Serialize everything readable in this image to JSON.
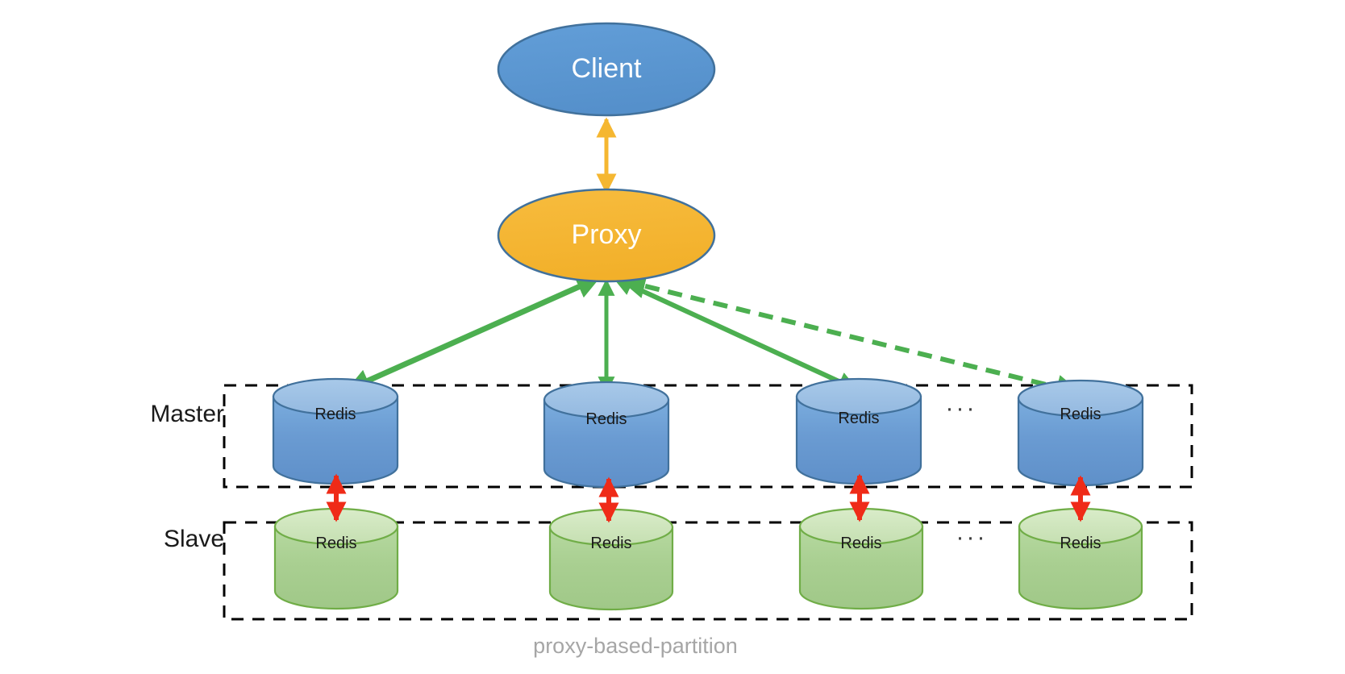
{
  "diagram": {
    "caption": "proxy-based-partition",
    "colors": {
      "client_fill": "#5b9bd5",
      "client_stroke": "#41719c",
      "proxy_fill": "#f5b731",
      "proxy_stroke": "#41719c",
      "master_cyl_fill": "#6a9bd2",
      "master_cyl_top": "#9cbfe3",
      "master_cyl_stroke": "#41719c",
      "slave_cyl_fill": "#a9cf91",
      "slave_cyl_top": "#cfe3bc",
      "slave_cyl_stroke": "#70ad47",
      "client_proxy_arrow": "#f5b731",
      "proxy_master_arrow": "#4caf50",
      "replication_arrow": "#ef2b18",
      "group_border": "#000000",
      "caption_text": "#a6a6a6"
    },
    "nodes": {
      "client": {
        "label": "Client",
        "shape": "ellipse"
      },
      "proxy": {
        "label": "Proxy",
        "shape": "ellipse"
      }
    },
    "groups": [
      {
        "id": "master",
        "label": "Master",
        "node_label": "Redis",
        "nodes": [
          {
            "label": "Redis"
          },
          {
            "label": "Redis"
          },
          {
            "label": "Redis"
          },
          {
            "label": "Redis"
          }
        ],
        "ellipsis": "···"
      },
      {
        "id": "slave",
        "label": "Slave",
        "node_label": "Redis",
        "nodes": [
          {
            "label": "Redis"
          },
          {
            "label": "Redis"
          },
          {
            "label": "Redis"
          },
          {
            "label": "Redis"
          }
        ],
        "ellipsis": "···"
      }
    ],
    "edges": [
      {
        "id": "client-proxy",
        "from": "client",
        "to": "proxy",
        "style": "solid",
        "direction": "bidirectional",
        "color": "#f5b731"
      },
      {
        "id": "proxy-master-1",
        "from": "proxy",
        "to": "master-1",
        "style": "solid",
        "direction": "bidirectional",
        "color": "#4caf50"
      },
      {
        "id": "proxy-master-2",
        "from": "proxy",
        "to": "master-2",
        "style": "solid",
        "direction": "bidirectional",
        "color": "#4caf50"
      },
      {
        "id": "proxy-master-3",
        "from": "proxy",
        "to": "master-3",
        "style": "solid",
        "direction": "bidirectional",
        "color": "#4caf50"
      },
      {
        "id": "proxy-master-4",
        "from": "proxy",
        "to": "master-4",
        "style": "dashed",
        "direction": "bidirectional",
        "color": "#4caf50"
      },
      {
        "id": "master-slave-1",
        "from": "master-1",
        "to": "slave-1",
        "style": "solid",
        "direction": "bidirectional",
        "color": "#ef2b18"
      },
      {
        "id": "master-slave-2",
        "from": "master-2",
        "to": "slave-2",
        "style": "solid",
        "direction": "bidirectional",
        "color": "#ef2b18"
      },
      {
        "id": "master-slave-3",
        "from": "master-3",
        "to": "slave-3",
        "style": "solid",
        "direction": "bidirectional",
        "color": "#ef2b18"
      },
      {
        "id": "master-slave-4",
        "from": "master-4",
        "to": "slave-4",
        "style": "solid",
        "direction": "bidirectional",
        "color": "#ef2b18"
      }
    ]
  }
}
